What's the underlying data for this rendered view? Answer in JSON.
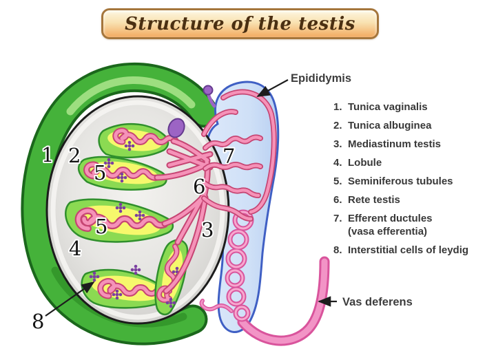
{
  "title": "Structure of the testis",
  "callouts": {
    "epididymis": "Epididymis",
    "vas_deferens": "Vas deferens"
  },
  "figure_labels": {
    "n1": "1",
    "n2": "2",
    "n3": "3",
    "n4": "4",
    "n5": "5",
    "n5b": "5",
    "n6": "6",
    "n7": "7",
    "n8": "8"
  },
  "legend": {
    "items": [
      {
        "num": "1.",
        "label": "Tunica vaginalis"
      },
      {
        "num": "2.",
        "label": "Tunica albuginea"
      },
      {
        "num": "3.",
        "label": "Mediastinum testis"
      },
      {
        "num": "4.",
        "label": "Lobule"
      },
      {
        "num": "5.",
        "label": "Seminiferous tubules"
      },
      {
        "num": "6.",
        "label": "Rete testis"
      },
      {
        "num": "7.",
        "label": "Efferent ductules",
        "label2": "(vasa efferentia)"
      },
      {
        "num": "8.",
        "label": "Interstitial cells of leydig"
      }
    ]
  },
  "colors": {
    "banner_fill_top": "#fdf6e0",
    "banner_fill_bottom": "#f2aa60",
    "banner_border": "#a5763c",
    "banner_text": "#4a2f12",
    "tunica_vaginalis_green": "#45b23a",
    "green_outline": "#1b671c",
    "green_highlight": "#a6e288",
    "tunica_albuginea_gray": "#e6e5e2",
    "oval_outline": "#1c1c1c",
    "lobule_green": "#8bda52",
    "lobule_yellow": "#f6f86c",
    "tubule_pink": "#f592b8",
    "tubule_outline": "#c64573",
    "interstitial_purple": "#7b3fa0",
    "epididymis_blue_fill": "#cfe0f7",
    "epididymis_blue_outline": "#3f5fc4",
    "vas_deferens_pink": "#f294c6",
    "vas_deferens_edge": "#d9549c",
    "appendix_purple": "#9c64c4",
    "label_text": "#3d3d3d"
  }
}
